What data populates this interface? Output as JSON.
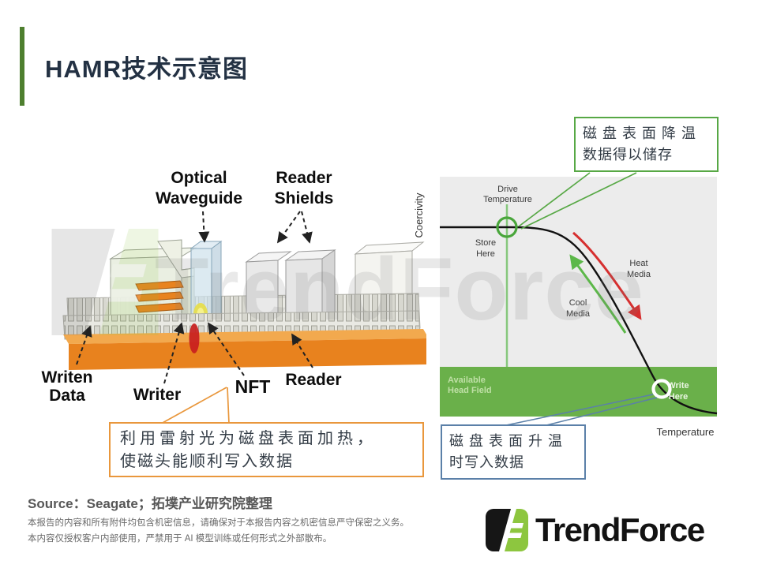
{
  "slide": {
    "title": "HAMR技术示意图",
    "source_line": "Source：Seagate；拓墣产业研究院整理",
    "disclaimer_line1": "本报告的内容和所有附件均包含机密信息，请确保对于本报告内容之机密信息严守保密之义务。",
    "disclaimer_line2": "本内容仅授权客户内部使用，严禁用于 AI 模型训练或任何形式之外部散布。",
    "watermark_text": "TrendForce",
    "logo_text": "TrendForce",
    "accent_colors": {
      "title_bar_green": "#4e7f2f",
      "logo_green": "#8dc63f",
      "logo_black": "#161616"
    }
  },
  "head_diagram": {
    "labels": {
      "optical_1": "Optical",
      "optical_2": "Waveguide",
      "shields_1": "Reader",
      "shields_2": "Shields",
      "writen_1": "Writen",
      "writen_2": "Data",
      "writer": "Writer",
      "nft": "NFT",
      "reader": "Reader"
    },
    "colors": {
      "platter_orange": "#e8821e",
      "coil_orange": "#e8831f",
      "hot_spot_red": "#c81e1e",
      "waveguide_blue": "#cfe2ec",
      "nft_glow_yellow": "#e9e050"
    }
  },
  "graph": {
    "y_axis_label": "Coercivity",
    "x_axis_label": "Temperature",
    "annotations": {
      "drive_temp_1": "Drive",
      "drive_temp_2": "Temperature",
      "store_1": "Store",
      "store_2": "Here",
      "heat_1": "Heat",
      "heat_2": "Media",
      "cool_1": "Cool",
      "cool_2": "Media",
      "avail_1": "Available",
      "avail_2": "Head Field",
      "write_1": "Write",
      "write_2": "Here"
    },
    "colors": {
      "plot_bg": "#ececec",
      "band_green": "#6ab04a",
      "curve_black": "#111111",
      "heat_arrow_red": "#d62f2f",
      "cool_arrow_green": "#5cb849",
      "drive_line_green": "#86c77c"
    }
  },
  "chart_data": {
    "type": "line",
    "title": "",
    "xlabel": "Temperature",
    "ylabel": "Coercivity",
    "description": "Conceptual HAMR curve: coercivity stays flat at drive temperature (Store Here), then falls steeply as temperature rises into the Available Head Field band (Write Here); arrows mark Heat Media (down) and Cool Media (up).",
    "series": [
      {
        "name": "Coercivity vs Temperature",
        "qualitative_points": [
          "high-flat at Store Here / Drive Temperature",
          "steep decline while heating media",
          "low within Available Head Field at Write Here"
        ]
      }
    ],
    "annotations": [
      "Drive Temperature",
      "Store Here",
      "Heat Media",
      "Cool Media",
      "Available Head Field",
      "Write Here"
    ]
  },
  "callouts": {
    "cooling": {
      "line1": "磁盘表面降温",
      "line2": "数据得以储存",
      "border_color": "#57a845"
    },
    "heating": {
      "line1": "利用雷射光为磁盘表面加热，",
      "line2": "使磁头能顺利写入数据",
      "border_color": "#e9973c"
    },
    "writing": {
      "line1": "磁盘表面升温",
      "line2": "时写入数据",
      "border_color": "#5b80a8"
    }
  }
}
